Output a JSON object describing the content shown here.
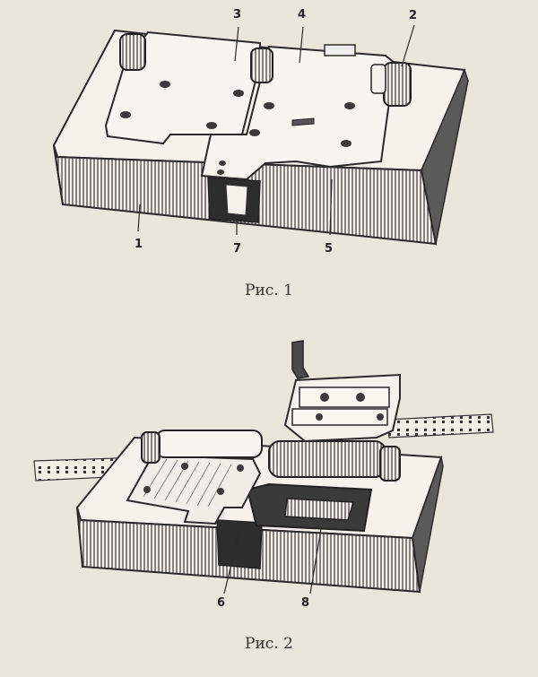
{
  "figure1": {
    "caption": "Рис. 1",
    "labels": {
      "l1": "1",
      "l2": "2",
      "l3": "3",
      "l4": "4",
      "l5": "5",
      "l7": "7"
    }
  },
  "figure2": {
    "caption": "Рис. 2",
    "labels": {
      "l6": "6",
      "l8": "8"
    }
  }
}
